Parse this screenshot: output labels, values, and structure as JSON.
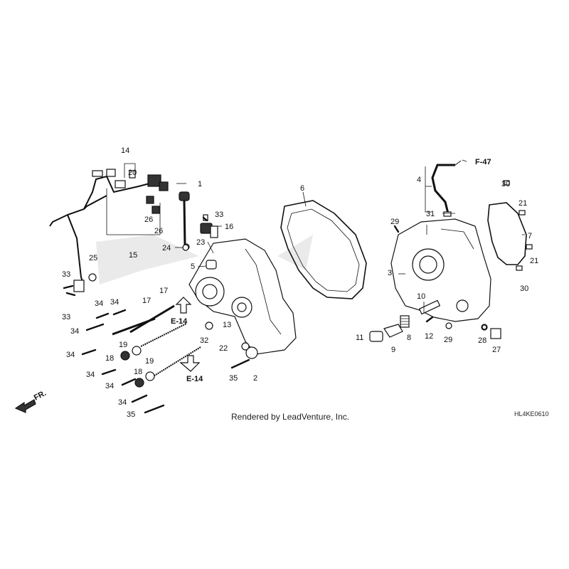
{
  "diagram": {
    "callouts": [
      {
        "id": "c14",
        "text": "14"
      },
      {
        "id": "c20",
        "text": "20"
      },
      {
        "id": "c1",
        "text": "1"
      },
      {
        "id": "c26a",
        "text": "26"
      },
      {
        "id": "c26b",
        "text": "26"
      },
      {
        "id": "c15",
        "text": "15"
      },
      {
        "id": "c33a",
        "text": "33"
      },
      {
        "id": "c16",
        "text": "16"
      },
      {
        "id": "c23",
        "text": "23"
      },
      {
        "id": "c24",
        "text": "24"
      },
      {
        "id": "c5",
        "text": "5"
      },
      {
        "id": "c25",
        "text": "25"
      },
      {
        "id": "c33b",
        "text": "33"
      },
      {
        "id": "c33c",
        "text": "33"
      },
      {
        "id": "c17a",
        "text": "17"
      },
      {
        "id": "c17b",
        "text": "17"
      },
      {
        "id": "c34a",
        "text": "34"
      },
      {
        "id": "c34b",
        "text": "34"
      },
      {
        "id": "c34c",
        "text": "34"
      },
      {
        "id": "c34d",
        "text": "34"
      },
      {
        "id": "c34e",
        "text": "34"
      },
      {
        "id": "c34f",
        "text": "34"
      },
      {
        "id": "c34g",
        "text": "34"
      },
      {
        "id": "c19a",
        "text": "19"
      },
      {
        "id": "c18a",
        "text": "18"
      },
      {
        "id": "c19b",
        "text": "19"
      },
      {
        "id": "c18b",
        "text": "18"
      },
      {
        "id": "c35a",
        "text": "35"
      },
      {
        "id": "c13",
        "text": "13"
      },
      {
        "id": "c32",
        "text": "32"
      },
      {
        "id": "c22",
        "text": "22"
      },
      {
        "id": "c35b",
        "text": "35"
      },
      {
        "id": "c2",
        "text": "2"
      },
      {
        "id": "c6",
        "text": "6"
      },
      {
        "id": "c4",
        "text": "4"
      },
      {
        "id": "c31",
        "text": "31"
      },
      {
        "id": "c29a",
        "text": "29"
      },
      {
        "id": "c3",
        "text": "3"
      },
      {
        "id": "c30a",
        "text": "30"
      },
      {
        "id": "c21a",
        "text": "21"
      },
      {
        "id": "c7",
        "text": "7"
      },
      {
        "id": "c21b",
        "text": "21"
      },
      {
        "id": "c30b",
        "text": "30"
      },
      {
        "id": "c10",
        "text": "10"
      },
      {
        "id": "c11",
        "text": "11"
      },
      {
        "id": "c9",
        "text": "9"
      },
      {
        "id": "c8",
        "text": "8"
      },
      {
        "id": "c12",
        "text": "12"
      },
      {
        "id": "c29b",
        "text": "29"
      },
      {
        "id": "c28",
        "text": "28"
      },
      {
        "id": "c27",
        "text": "27"
      }
    ],
    "ref_labels": [
      {
        "id": "f47",
        "text": "F-47"
      },
      {
        "id": "e14a",
        "text": "E-14"
      },
      {
        "id": "e14b",
        "text": "E-14"
      }
    ],
    "direction_label": "FR.",
    "footer": "Rendered by LeadVenture, Inc.",
    "diagram_code": "HL4KE0610"
  }
}
